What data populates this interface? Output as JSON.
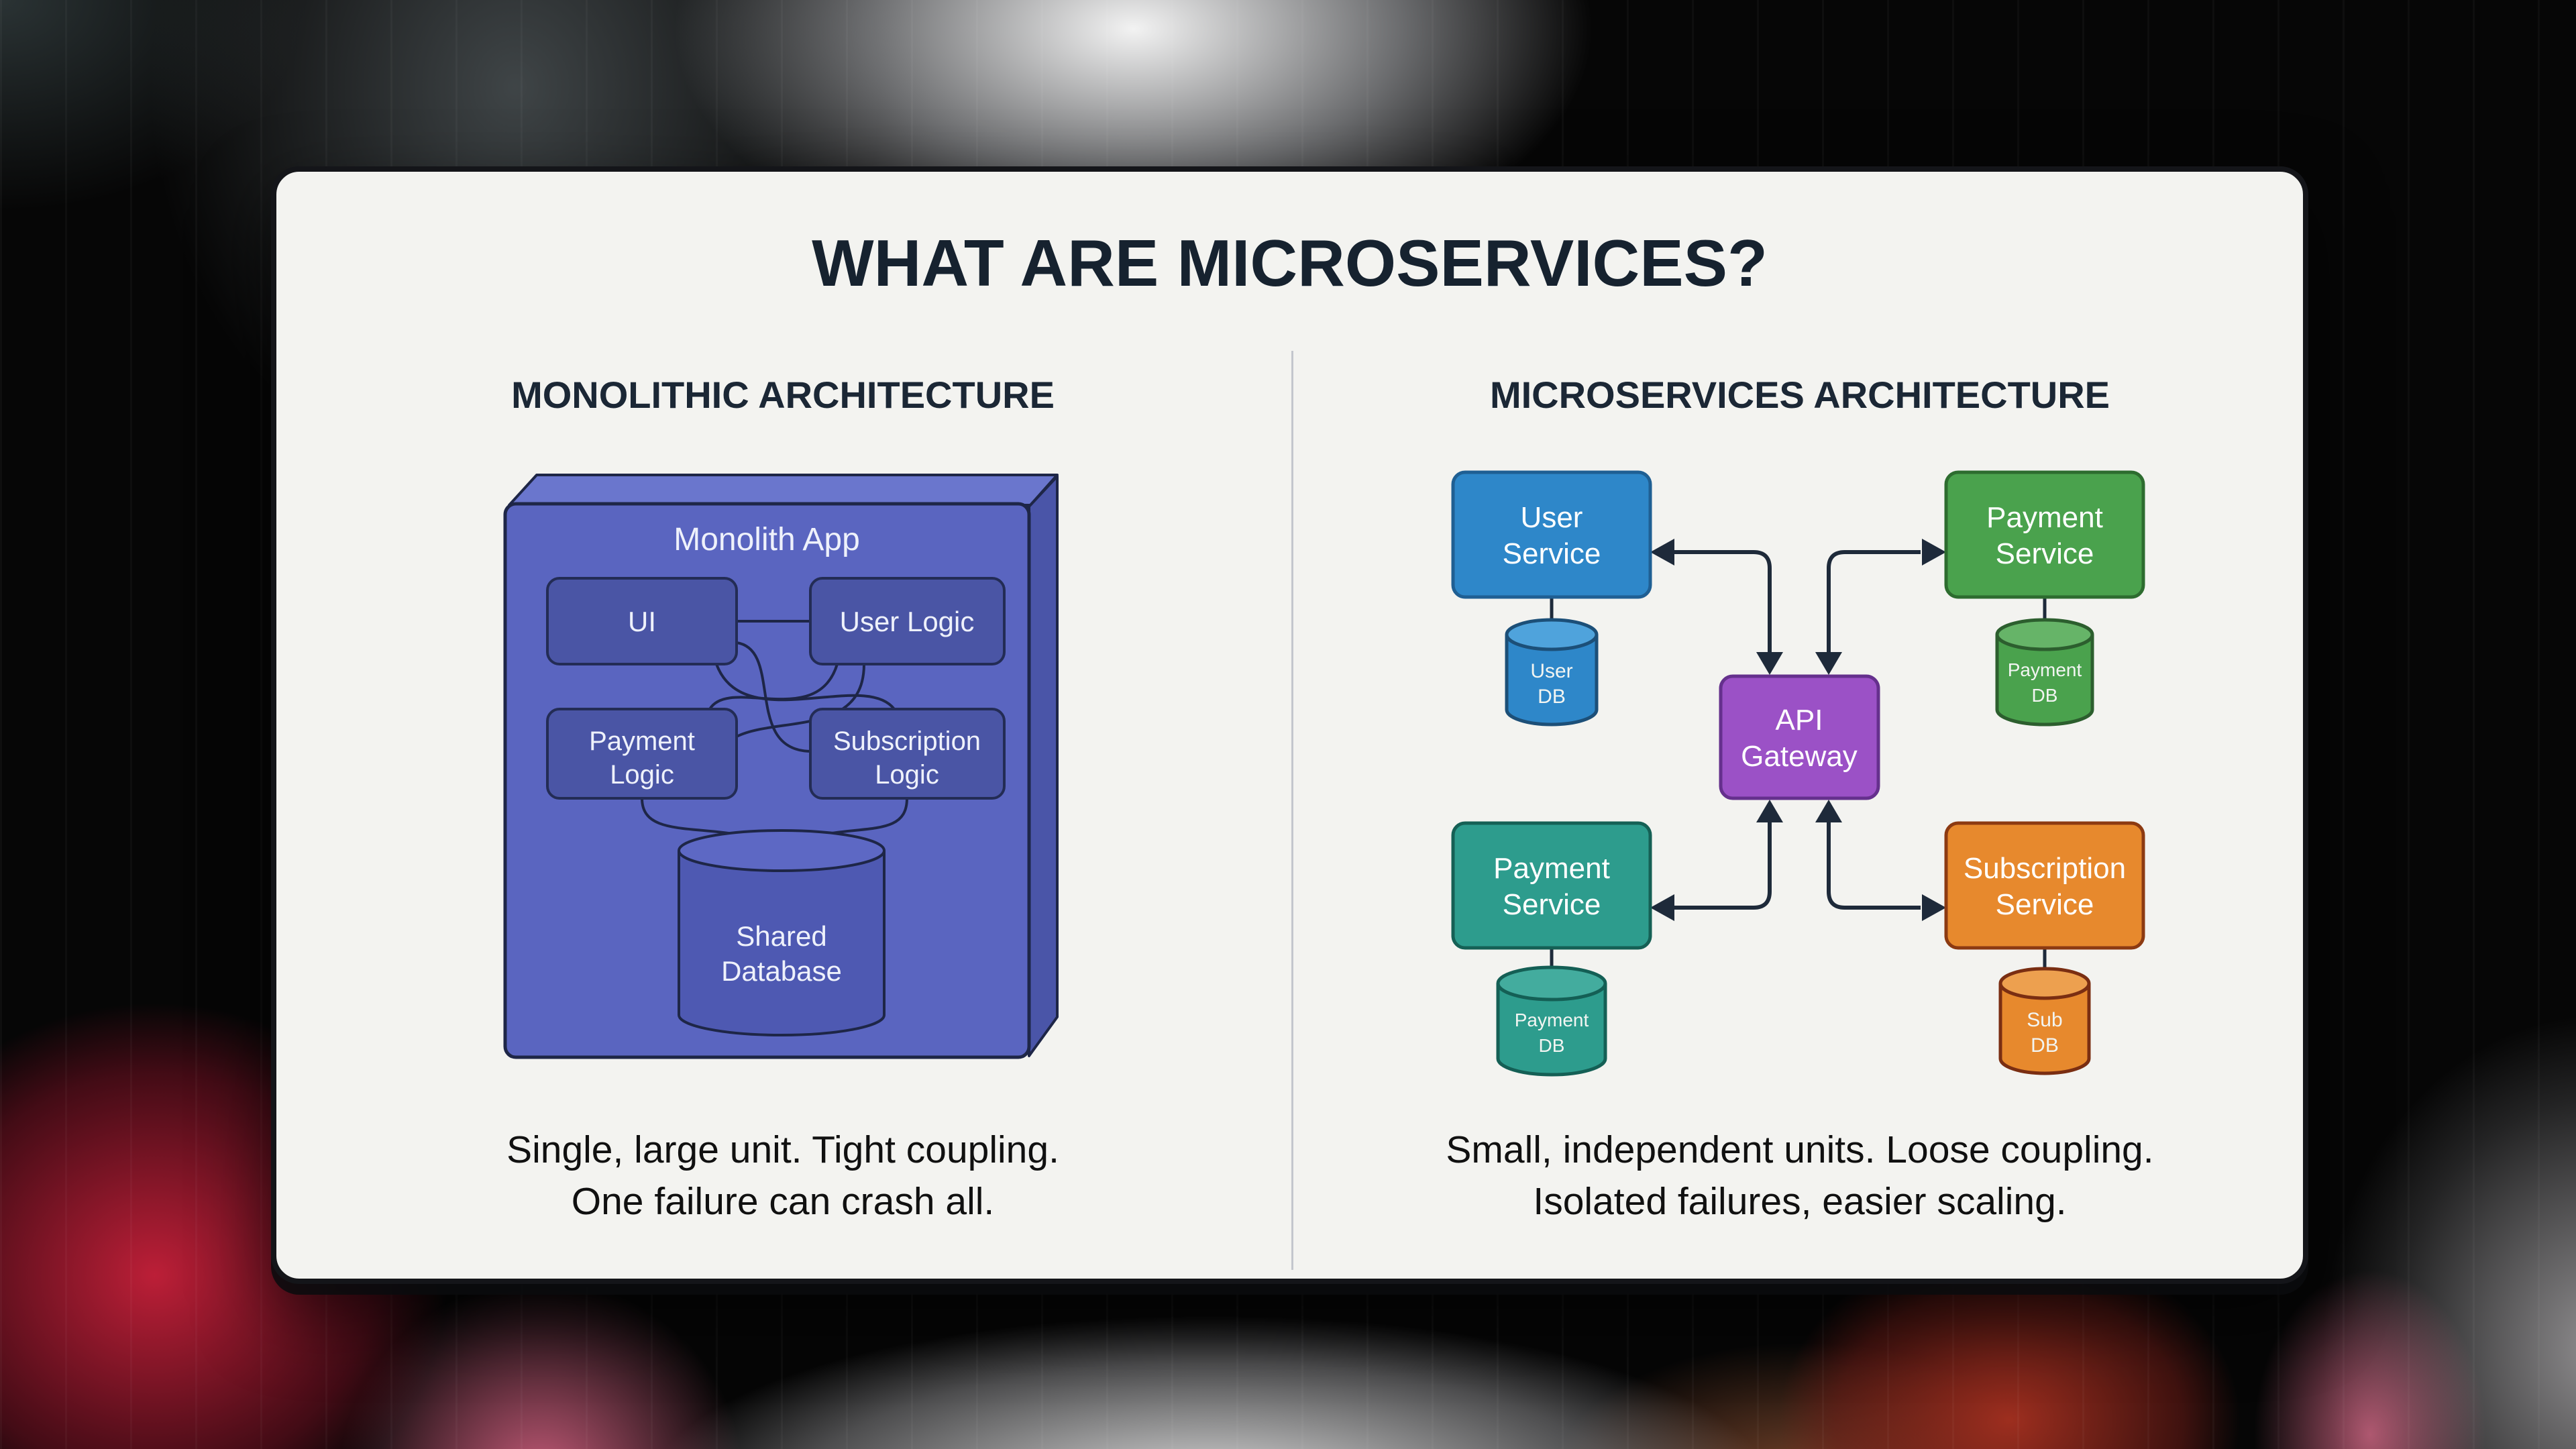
{
  "title": "WHAT ARE MICROSERVICES?",
  "monolith": {
    "header": "MONOLITHIC ARCHITECTURE",
    "app_title": "Monolith App",
    "module_ui": "UI",
    "module_user_logic": "User Logic",
    "module_payment_line1": "Payment",
    "module_payment_line2": "Logic",
    "module_subscription_line1": "Subscription",
    "module_subscription_line2": "Logic",
    "database_line1": "Shared",
    "database_line2": "Database",
    "caption_line1": "Single, large unit. Tight coupling.",
    "caption_line2": "One failure can crash all."
  },
  "micro": {
    "header": "MICROSERVICES ARCHITECTURE",
    "user_service_line1": "User",
    "user_service_line2": "Service",
    "payment_service_green_line1": "Payment",
    "payment_service_green_line2": "Service",
    "api_gateway_line1": "API",
    "api_gateway_line2": "Gateway",
    "payment_service_teal_line1": "Payment",
    "payment_service_teal_line2": "Service",
    "subscription_service_line1": "Subscription",
    "subscription_service_line2": "Service",
    "user_db_line1": "User",
    "user_db_line2": "DB",
    "payment_db_green_line1": "Payment",
    "payment_db_green_line2": "DB",
    "payment_db_teal_line1": "Payment",
    "payment_db_teal_line2": "DB",
    "sub_db_line1": "Sub",
    "sub_db_line2": "DB",
    "caption_line1": "Small, independent units. Loose coupling.",
    "caption_line2": "Isolated failures, easier scaling."
  },
  "colors": {
    "title_ink": "#16222f",
    "monolith_front": "#5a65c0",
    "monolith_top": "#6a76cd",
    "monolith_side": "#4a55a8",
    "monolith_module": "#4a55a5",
    "monolith_cylinder": "#4e59b2",
    "monolith_cylinder_top": "#5d68c4",
    "outline_navy": "#1e2647",
    "arrow_ink": "#1e2a3a",
    "service_blue": "#2e87c9",
    "service_blue_top": "#4fa3dc",
    "service_green": "#4aa24d",
    "service_green_top": "#66b468",
    "gateway_purple": "#9b51c6",
    "service_teal": "#2d9c8d",
    "service_teal_top": "#43ac9e",
    "service_orange": "#e7892d",
    "service_orange_top": "#eda04f"
  }
}
